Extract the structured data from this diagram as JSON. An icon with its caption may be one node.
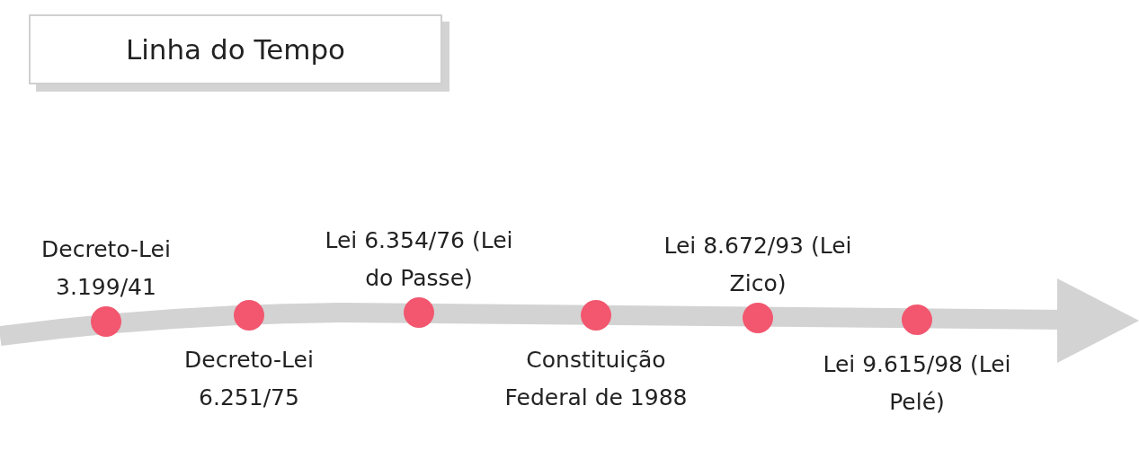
{
  "diagram": {
    "title": "Linha do Tempo",
    "nodes": [
      {
        "text": [],
        "shape": "circle",
        "beside": [
          "Decreto-Lei 3.199/41"
        ]
      },
      {
        "text": [],
        "shape": "circle",
        "beside": [
          "Decreto-Lei 6.251/75"
        ]
      },
      {
        "text": [],
        "shape": "circle",
        "beside": [
          "Lei 6.354/76 (Lei do Passe)"
        ]
      },
      {
        "text": [],
        "shape": "circle",
        "beside": [
          "Constituição Federal de 1988"
        ]
      },
      {
        "text": [],
        "shape": "circle",
        "beside": [
          "Lei 8.672/93 (Lei Zico)"
        ]
      },
      {
        "text": [],
        "shape": "circle",
        "beside": [
          "Lei 9.615/98 (Lei Pelé)"
        ]
      }
    ],
    "edges": []
  }
}
